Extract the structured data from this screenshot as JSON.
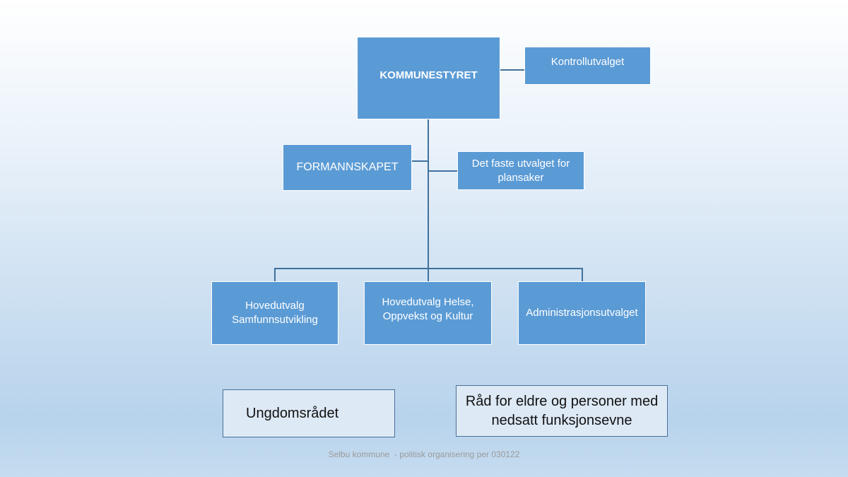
{
  "chart": {
    "root": "KOMMUNESTYRET",
    "control": "Kontrollutvalget",
    "formannskap": "FORMANNSKAPET",
    "plan": "Det faste utvalget for plansaker",
    "committees": [
      "Hovedutvalg Samfunnsutvikling",
      "Hovedutvalg Helse, Oppvekst og Kultur",
      "Administrasjonsutvalget"
    ],
    "councils": [
      "Ungdomsrådet",
      "Råd for eldre og personer med nedsatt funksjonsevne"
    ]
  },
  "footer": "Selbu kommune  - politisk organisering per 030122",
  "colors": {
    "box": "#5b9bd5",
    "line": "#41719c",
    "light_box": "#dde9f5"
  }
}
